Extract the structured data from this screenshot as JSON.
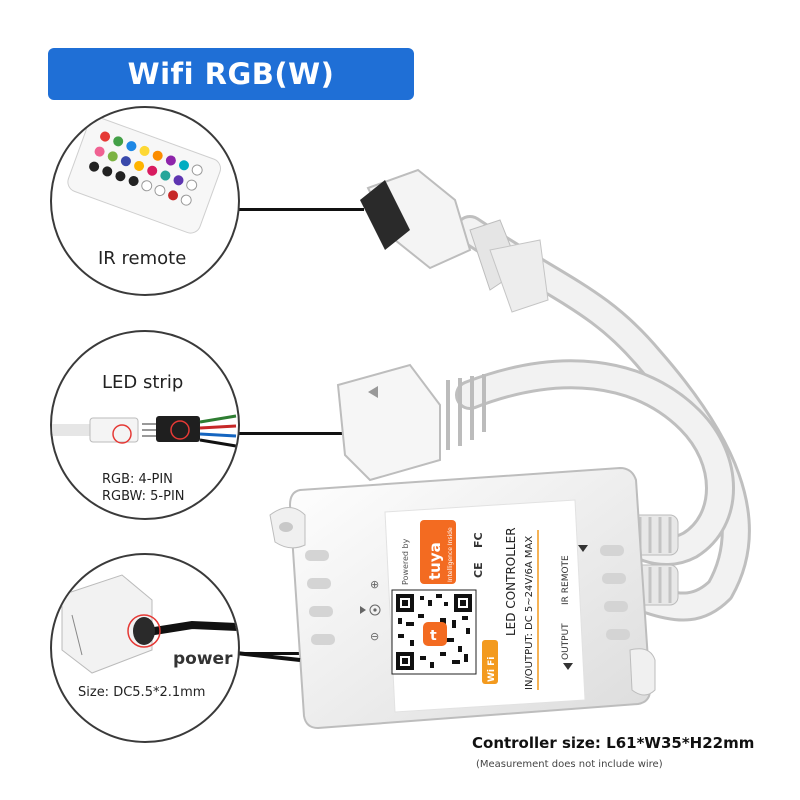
{
  "title": "Wifi RGB(W) Controller",
  "callouts": {
    "ir": {
      "label": "IR remote"
    },
    "strip": {
      "label": "LED strip",
      "rgb": "RGB: 4-PIN",
      "rgbw": "RGBW: 5-PIN"
    },
    "power": {
      "label": "power",
      "size": "Size: DC5.5*2.1mm"
    }
  },
  "device_label": {
    "powered_by": "Powered by",
    "brand": "tuya",
    "brand_sub": "Intelligence Inside",
    "product": "LED CONTROLLER",
    "spec": "IN/OUTPUT: DC 5~24V/6A MAX",
    "wifi": "Wi Fi",
    "port_output": "OUTPUT",
    "port_ir": "IR REMOTE",
    "cert_ce": "CE",
    "cert_fc": "FC"
  },
  "footer": {
    "size": "Controller size: L61*W35*H22mm",
    "note": "(Measurement does not include wire)"
  },
  "colors": {
    "accent": "#1f6fd6",
    "tuya_orange": "#f36b21",
    "wifi_orange": "#f39a1e"
  }
}
